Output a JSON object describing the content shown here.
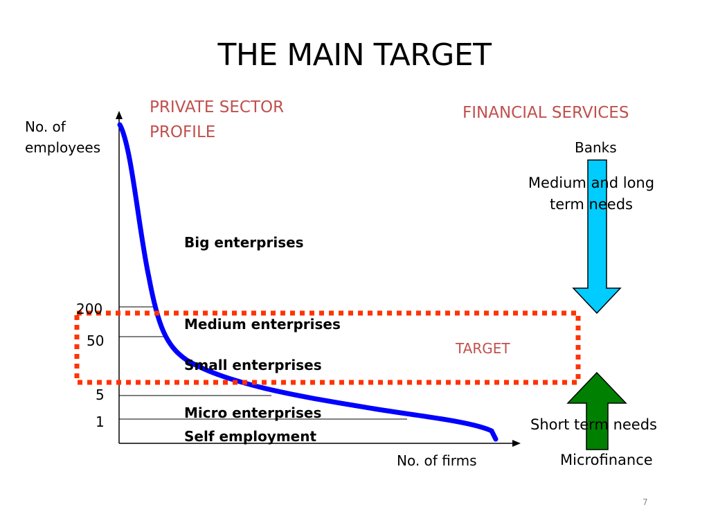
{
  "slide": {
    "title": "THE  MAIN TARGET",
    "page_number": "7"
  },
  "profile_title": {
    "line1": "PRIVATE SECTOR",
    "line2": "PROFILE"
  },
  "financial_services": {
    "title": "FINANCIAL SERVICES",
    "banks": "Banks",
    "medium_long_line1": "Medium and long",
    "medium_long_line2": "term needs",
    "short_term": "Short term needs",
    "microfinance": "Microfinance"
  },
  "axes": {
    "y_label_line1": "No. of",
    "y_label_line2": "employees",
    "x_label": "No. of firms",
    "ticks": [
      "200",
      "50",
      "5",
      "1"
    ]
  },
  "categories": {
    "big": "Big enterprises",
    "medium": "Medium enterprises",
    "small": "Small enterprises",
    "micro": "Micro enterprises",
    "self": "Self employment"
  },
  "target_label": "TARGET",
  "colors": {
    "curve": "#0000ff",
    "target_box": "#ff3300",
    "banks_arrow": "#00ccff",
    "microfinance_arrow": "#008000",
    "heading_red": "#c0504d"
  }
}
